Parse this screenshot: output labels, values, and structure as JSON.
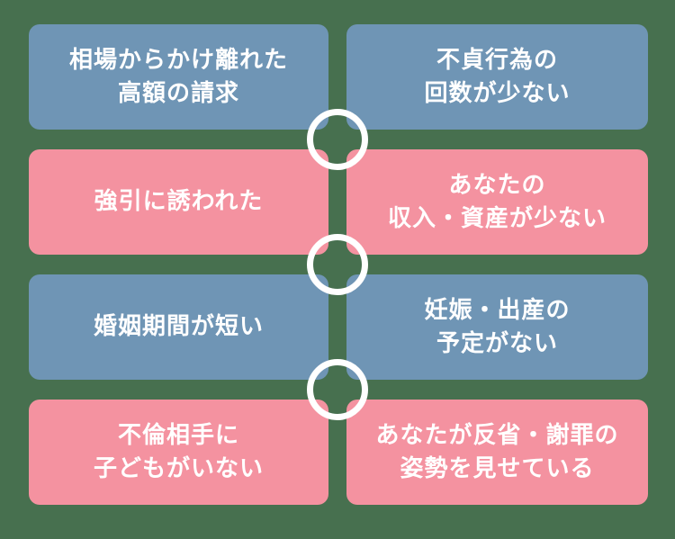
{
  "canvas": {
    "background_color": "#47704f"
  },
  "colors": {
    "blue_card": "#6f95b5",
    "pink_card": "#f492a0",
    "text": "#ffffff",
    "connector_ring": "#ffffff"
  },
  "cards": [
    {
      "position": "row1-left",
      "color": "blue",
      "lines": [
        "相場からかけ離れた",
        "高額の請求"
      ]
    },
    {
      "position": "row1-right",
      "color": "blue",
      "lines": [
        "不貞行為の",
        "回数が少ない"
      ]
    },
    {
      "position": "row2-left",
      "color": "pink",
      "lines": [
        "強引に誘われた"
      ]
    },
    {
      "position": "row2-right",
      "color": "pink",
      "lines": [
        "あなたの",
        "収入・資産が少ない"
      ]
    },
    {
      "position": "row3-left",
      "color": "blue",
      "lines": [
        "婚姻期間が短い"
      ]
    },
    {
      "position": "row3-right",
      "color": "blue",
      "lines": [
        "妊娠・出産の",
        "予定がない"
      ]
    },
    {
      "position": "row4-left",
      "color": "pink",
      "lines": [
        "不倫相手に",
        "子どもがいない"
      ]
    },
    {
      "position": "row4-right",
      "color": "pink",
      "lines": [
        "あなたが反省・謝罪の",
        "姿勢を見せている"
      ]
    }
  ],
  "connectors": [
    {
      "between": "row1-row2"
    },
    {
      "between": "row2-row3"
    },
    {
      "between": "row3-row4"
    }
  ]
}
